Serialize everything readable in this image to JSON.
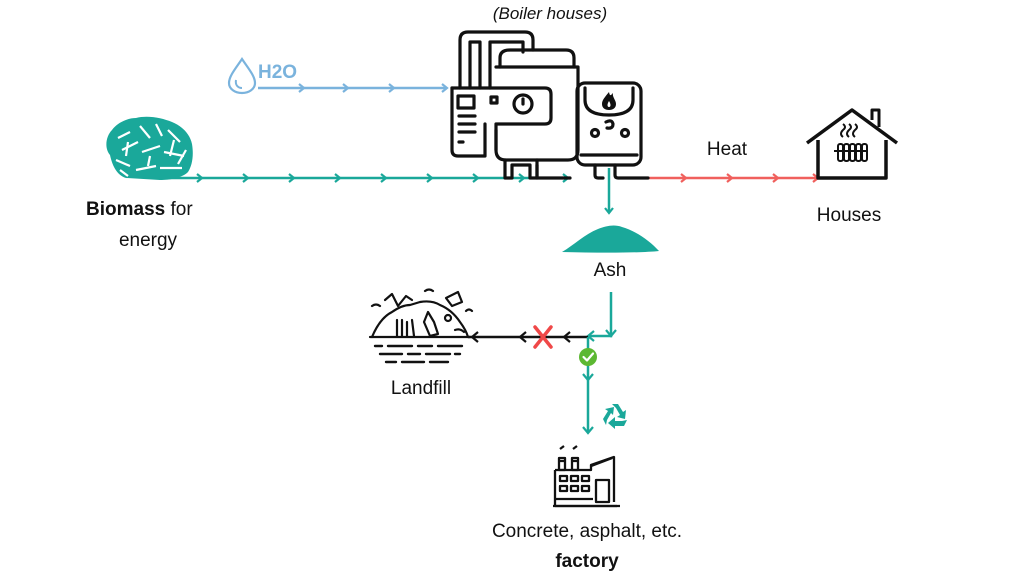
{
  "title": "(Boiler houses)",
  "colors": {
    "teal": "#1aa89a",
    "water": "#7ab3dd",
    "heat": "#f0605d",
    "black": "#111111",
    "reject": "#f04848",
    "check": "#5cb832"
  },
  "nodes": {
    "water": {
      "label": "H2O",
      "icon": "water-drop-icon"
    },
    "biomass": {
      "label_bold": "Biomass",
      "label_rest": " for",
      "label_line2": "energy",
      "icon": "biomass-pellets-icon"
    },
    "boiler": {
      "label": "(Boiler houses)",
      "icon": "boiler-icon"
    },
    "heat": {
      "label": "Heat"
    },
    "houses": {
      "label": "Houses",
      "icon": "house-radiator-icon"
    },
    "ash": {
      "label": "Ash",
      "icon": "ash-pile-icon"
    },
    "landfill": {
      "label": "Landfill",
      "icon": "landfill-icon"
    },
    "factory": {
      "label_line1": "Concrete, asphalt, etc.",
      "label_line2": "factory",
      "icon": "factory-icon"
    }
  },
  "flows": [
    {
      "from": "water",
      "to": "boiler",
      "color": "water"
    },
    {
      "from": "biomass",
      "to": "boiler",
      "color": "teal"
    },
    {
      "from": "boiler",
      "to": "houses",
      "color": "heat",
      "label": "Heat"
    },
    {
      "from": "boiler",
      "to": "ash",
      "color": "teal"
    },
    {
      "from": "ash",
      "to": "landfill",
      "color": "black",
      "status": "rejected",
      "status_icon": "x-icon"
    },
    {
      "from": "ash",
      "to": "factory",
      "color": "teal",
      "status": "approved",
      "status_icon": "check-circle-icon",
      "extra_icon": "recycle-icon"
    }
  ]
}
